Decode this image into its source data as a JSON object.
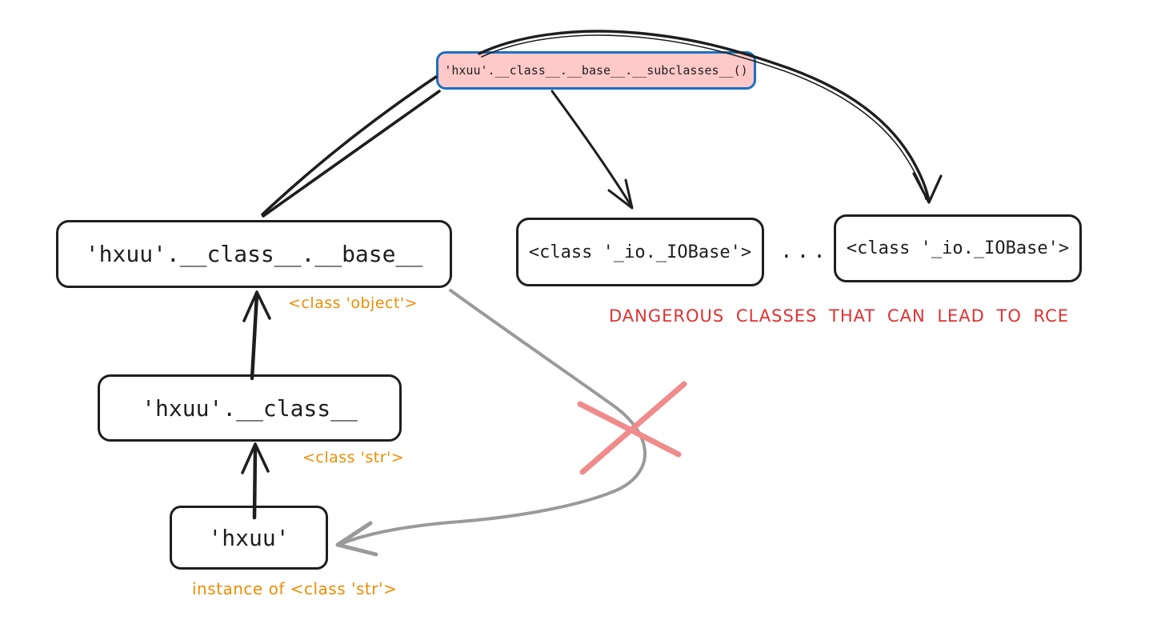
{
  "colors": {
    "ink": "#1e1e1e",
    "box_border_blue": "#1971c2",
    "box_fill_pink": "#ffc9c9",
    "annotation_orange": "#f08c00",
    "caption_red": "#e03131",
    "arrow_gray": "#9a9a9a",
    "cross_salmon": "#f08b8b",
    "background": "#ffffff"
  },
  "nodes": {
    "subclasses_call": "'hxuu'.__class__.__base__.__subclasses__()",
    "base": "'hxuu'.__class__.__base__",
    "cls": "'hxuu'.__class__",
    "instance": "'hxuu'",
    "dangerous_1": "<class '_io._IOBase'>",
    "ellipsis": "...",
    "dangerous_2": "<class '_io._IOBase'>"
  },
  "annotations": {
    "base": "<class 'object'>",
    "cls": "<class 'str'>",
    "instance": "instance of <class 'str'>"
  },
  "caption": "DANGEROUS CLASSES THAT CAN LEAD TO RCE"
}
